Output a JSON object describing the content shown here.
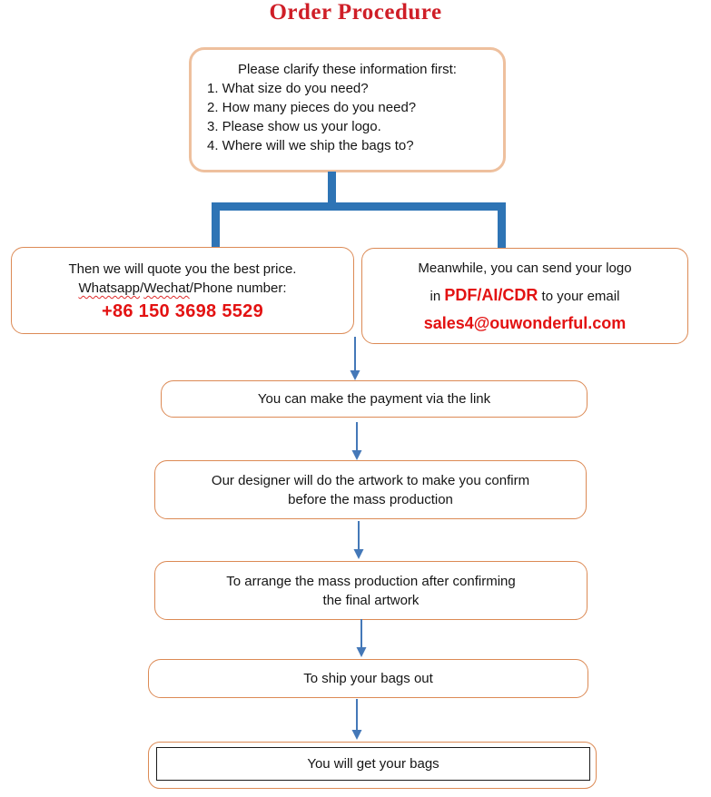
{
  "title": "Order Procedure",
  "colors": {
    "title_red": "#cf1e27",
    "red_text": "#e31212",
    "connector_blue": "#2e74b5",
    "arrow_blue": "#4478b8",
    "box_border": "#dc8a55",
    "top_box_border": "#eec09e"
  },
  "flow": {
    "clarify": {
      "heading": "Please clarify these information first:",
      "items": [
        "1. What size do you need?",
        "2. How many pieces do you need?",
        "3. Please show us your logo.",
        "4. Where will we ship the bags to?"
      ]
    },
    "quote": {
      "line1": "Then we will quote you the best price.",
      "whatsapp": "Whatsapp",
      "slash": "/",
      "wechat": "Wechat",
      "rest": "/Phone number:",
      "phone": "+86 150 3698 5529"
    },
    "email": {
      "line1": "Meanwhile, you can send your logo",
      "line2_pre": "in ",
      "formats": "PDF/AI/CDR",
      "line2_post": " to your email",
      "address": "sales4@ouwonderful.com"
    },
    "payment": {
      "text": "You can make the payment via the link"
    },
    "designer": {
      "line1": "Our designer will do the artwork to make you confirm",
      "line2": "before the mass production"
    },
    "production": {
      "line1": "To arrange the mass production after confirming",
      "line2": "the final artwork"
    },
    "ship": {
      "text": "To ship your bags out"
    },
    "final": {
      "text": "You will get your bags"
    }
  }
}
